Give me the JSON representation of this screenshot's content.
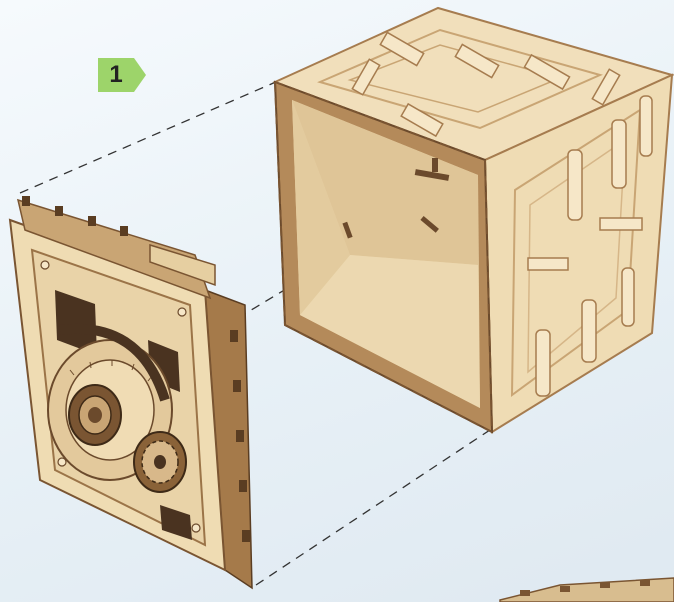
{
  "step": {
    "number": "1",
    "color": "#9dd46a"
  },
  "colors": {
    "wood_light": "#f0dcb4",
    "wood_mid": "#e2c89a",
    "wood_shadow": "#b88f5e",
    "wood_dark": "#6b4a2c",
    "inner": "#e9d3a8",
    "dashed_line": "#333333"
  },
  "icons": [
    "wooden-cube-box",
    "front-door-panel",
    "combination-dial",
    "gear"
  ]
}
